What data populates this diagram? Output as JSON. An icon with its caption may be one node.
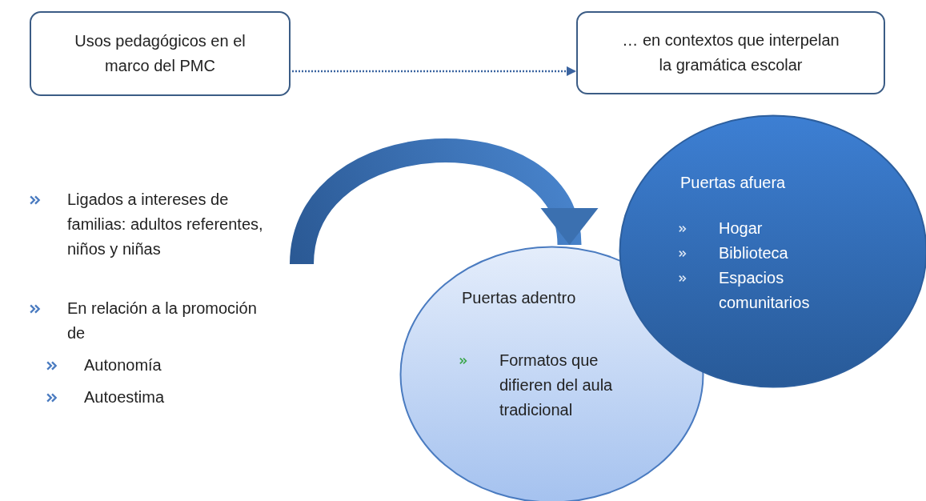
{
  "diagram": {
    "nodes": [
      {
        "text": [
          "Usos pedagógicos en el marco del PMC"
        ]
      },
      {
        "text": [
          "… en contextos que interpelan la gramática escolar"
        ]
      },
      {
        "text": [
          "Puertas afuera",
          "Hogar",
          "Biblioteca",
          "Espacios comunitarios"
        ]
      },
      {
        "text": [
          "Puertas adentro",
          "Formatos que difieren del aula tradicional"
        ]
      }
    ],
    "edges": [
      {
        "from": 0,
        "to": 1,
        "arrow": "to",
        "style": "dashed"
      },
      {
        "from": null,
        "to": 3,
        "arrow": "to",
        "style": "thick"
      }
    ],
    "labels": [
      "Ligados a intereses de familias: adultos referentes, niños y niñas",
      "En relación a la promoción de",
      "Autonomía",
      "Autoestima"
    ]
  }
}
